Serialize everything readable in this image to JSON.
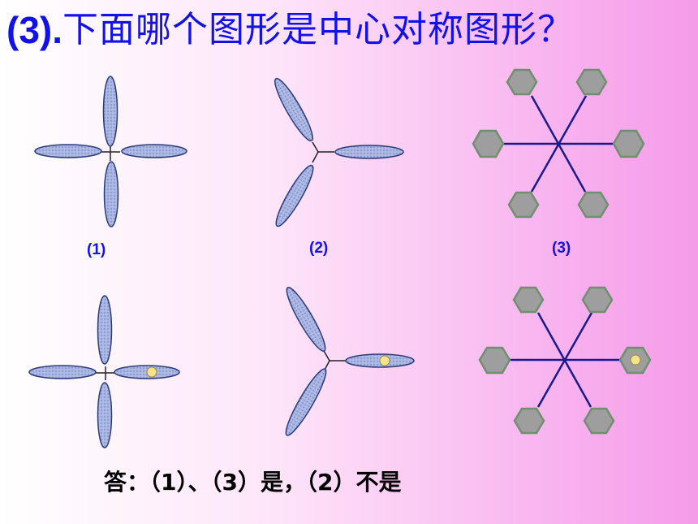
{
  "title": {
    "number": "(3).",
    "question": "下面哪个图形是中心对称图形？"
  },
  "labels": [
    "(1)",
    "(2)",
    "(3)"
  ],
  "answer": "答：（1）、（3）是，（2）不是",
  "colors": {
    "title": "#1212e8",
    "petal_fill": "#a9b6e3",
    "petal_stroke": "#2c3a7a",
    "hexagon_fill": "#9e9e9e",
    "hexagon_stroke": "#6f8f6f",
    "snowflake_line": "#1a1a8c",
    "center_dot": "#f2e38c"
  },
  "icons": [
    "four-petal-figure",
    "three-petal-figure",
    "snowflake-hexagon-figure",
    "rotation-marker-dot"
  ]
}
